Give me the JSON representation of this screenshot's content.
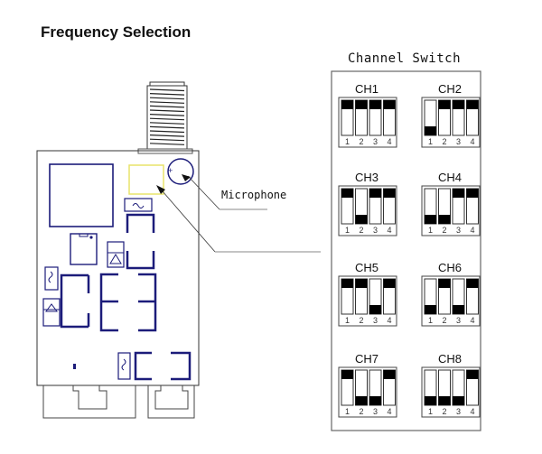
{
  "title": "Frequency Selection",
  "board": {
    "callout_label": "Microphone"
  },
  "switch_panel": {
    "title": "Channel Switch",
    "position_numbers": [
      "1",
      "2",
      "3",
      "4"
    ],
    "legend": {
      "on_color": "#000000",
      "note": "black block at top = up, black block at bottom = down"
    },
    "channels": [
      {
        "label": "CH1",
        "positions": [
          "up",
          "up",
          "up",
          "up"
        ]
      },
      {
        "label": "CH2",
        "positions": [
          "down",
          "up",
          "up",
          "up"
        ]
      },
      {
        "label": "CH3",
        "positions": [
          "up",
          "down",
          "up",
          "up"
        ]
      },
      {
        "label": "CH4",
        "positions": [
          "down",
          "down",
          "up",
          "up"
        ]
      },
      {
        "label": "CH5",
        "positions": [
          "up",
          "up",
          "down",
          "up"
        ]
      },
      {
        "label": "CH6",
        "positions": [
          "down",
          "up",
          "down",
          "up"
        ]
      },
      {
        "label": "CH7",
        "positions": [
          "up",
          "down",
          "down",
          "up"
        ]
      },
      {
        "label": "CH8",
        "positions": [
          "down",
          "down",
          "down",
          "up"
        ]
      }
    ]
  }
}
